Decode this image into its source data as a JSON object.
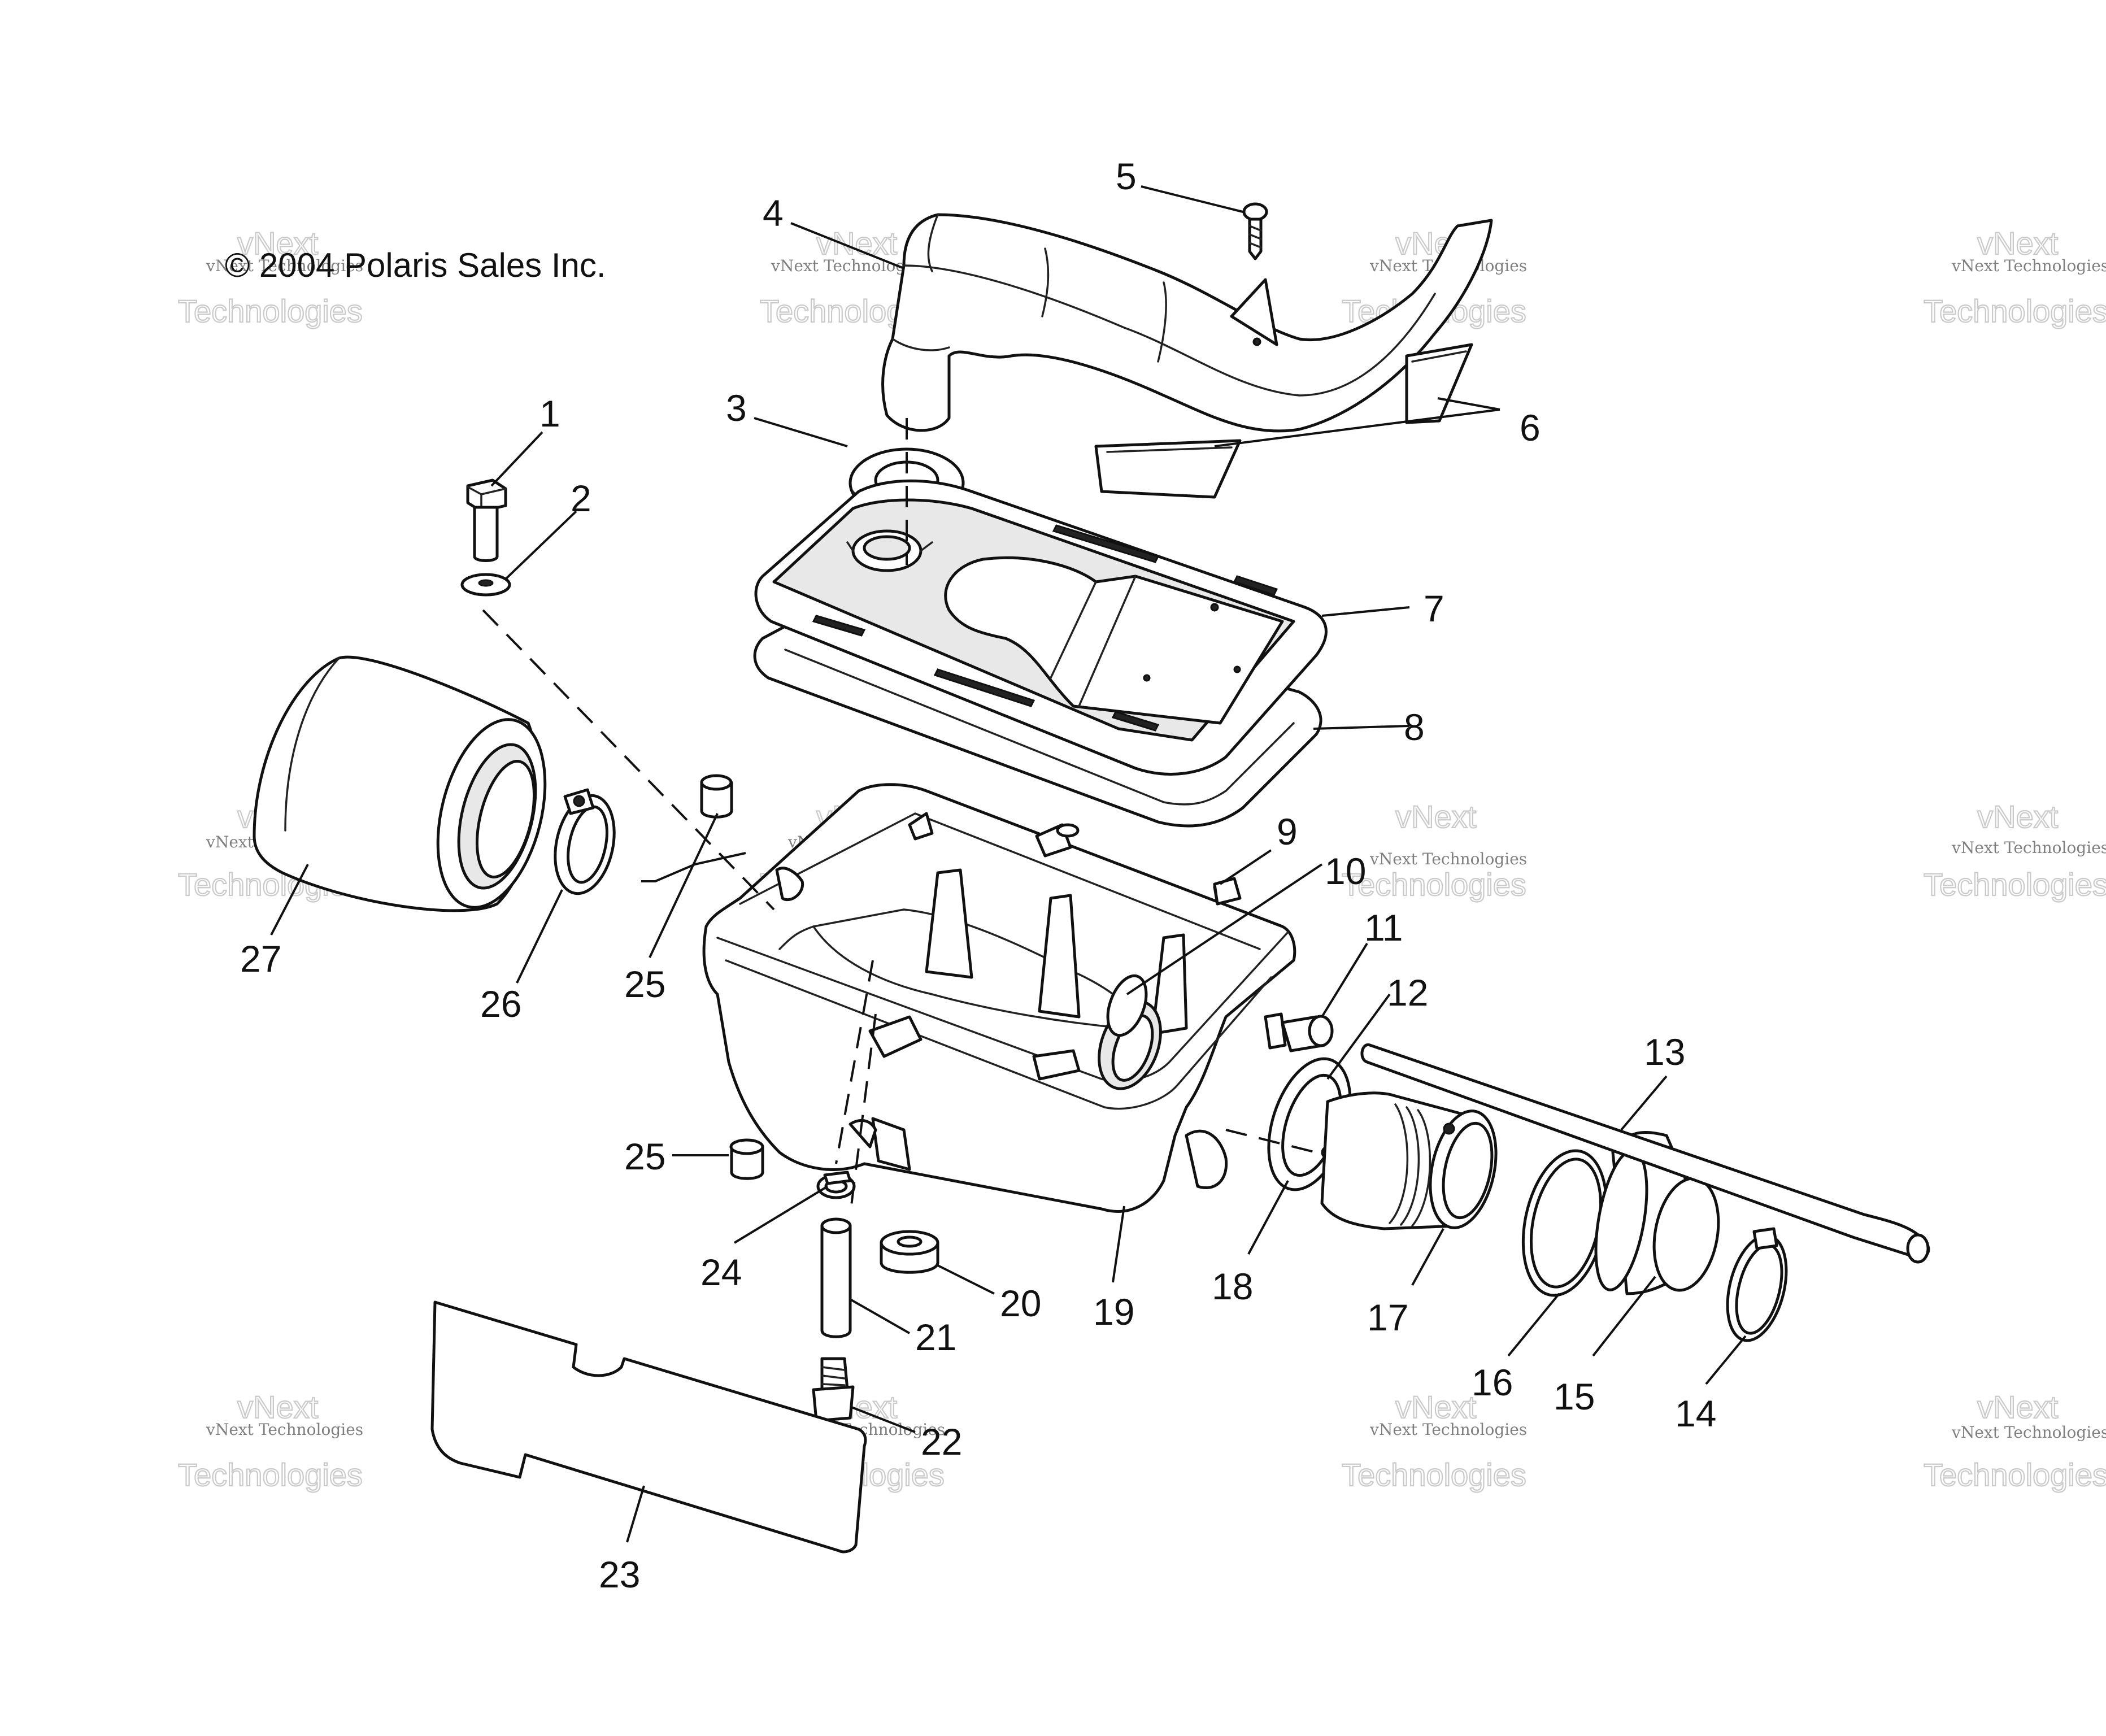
{
  "copyright": "© 2004 Polaris Sales Inc.",
  "watermark": {
    "line1": "vNext Technologies",
    "line2": "vNext",
    "line3": "Technologies"
  },
  "callouts": {
    "c1": "1",
    "c2": "2",
    "c3": "3",
    "c4": "4",
    "c5": "5",
    "c6": "6",
    "c7": "7",
    "c8": "8",
    "c9": "9",
    "c10": "10",
    "c11": "11",
    "c12": "12",
    "c13": "13",
    "c14": "14",
    "c15": "15",
    "c16": "16",
    "c17": "17",
    "c18": "18",
    "c19": "19",
    "c20": "20",
    "c21": "21",
    "c22": "22",
    "c23": "23",
    "c24": "24",
    "c25a": "25",
    "c25b": "25",
    "c26": "26",
    "c27": "27"
  }
}
